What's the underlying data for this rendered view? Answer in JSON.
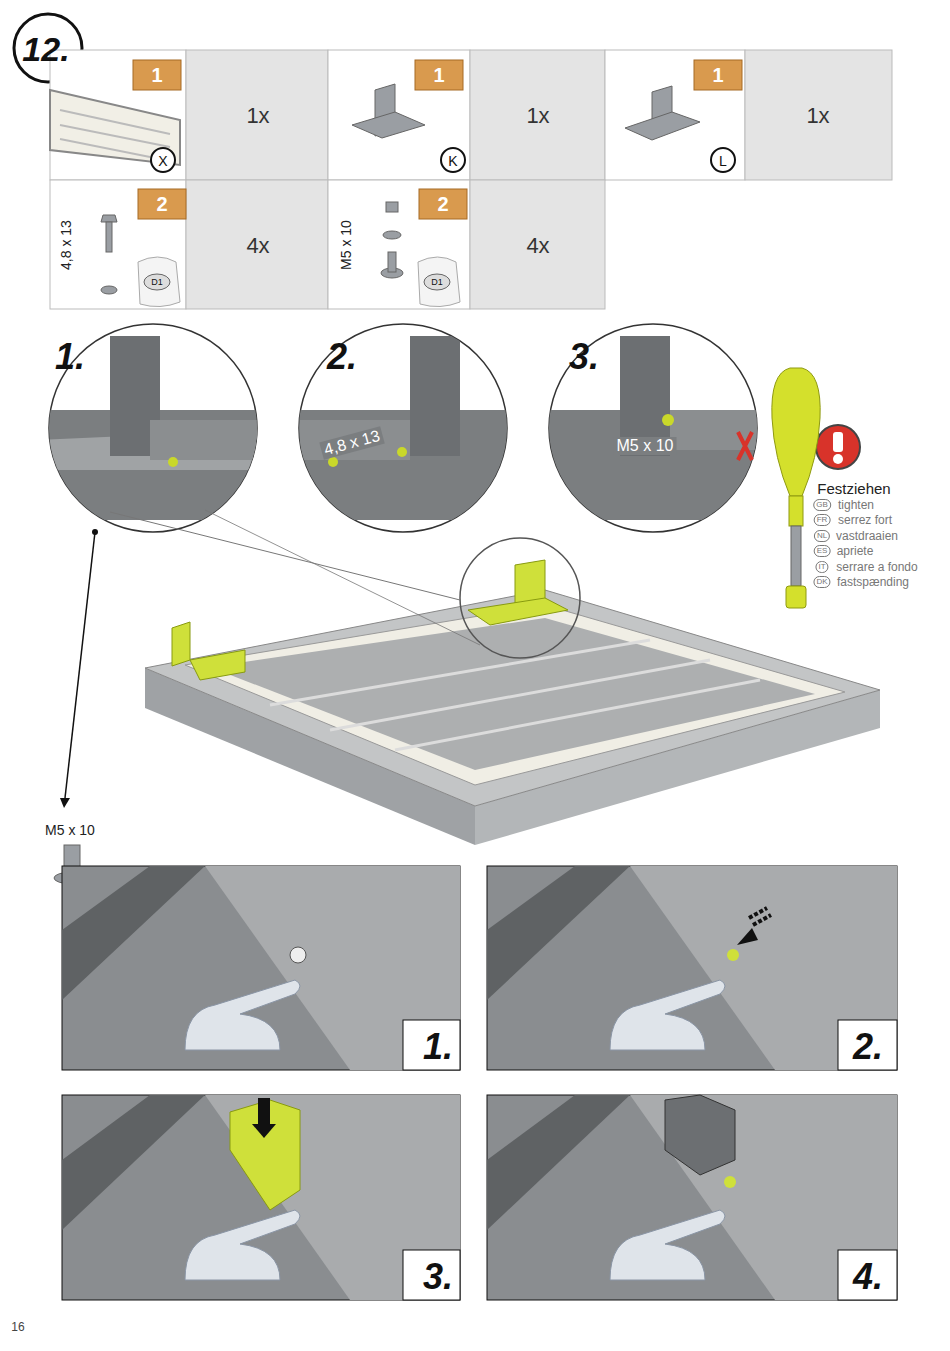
{
  "diagram": {
    "labels": [
      "12.",
      "1",
      "X",
      "1x",
      "1",
      "K",
      "1x",
      "1",
      "L",
      "1x",
      "4,8 x 13",
      "2",
      "D1",
      "4x",
      "M5 x 10",
      "2",
      "D1",
      "4x",
      "1.",
      "2.",
      "3.",
      "4,8 x 13",
      "M5 x 10",
      "Festziehen",
      "GB",
      "tighten",
      "FR",
      "serrez fort",
      "NL",
      "vastdraaien",
      "ES",
      "apriete",
      "IT",
      "serrare a fondo",
      "DK",
      "fastspænding",
      "M5 x 10",
      "1.",
      "2.",
      "3.",
      "4.",
      "16"
    ]
  }
}
